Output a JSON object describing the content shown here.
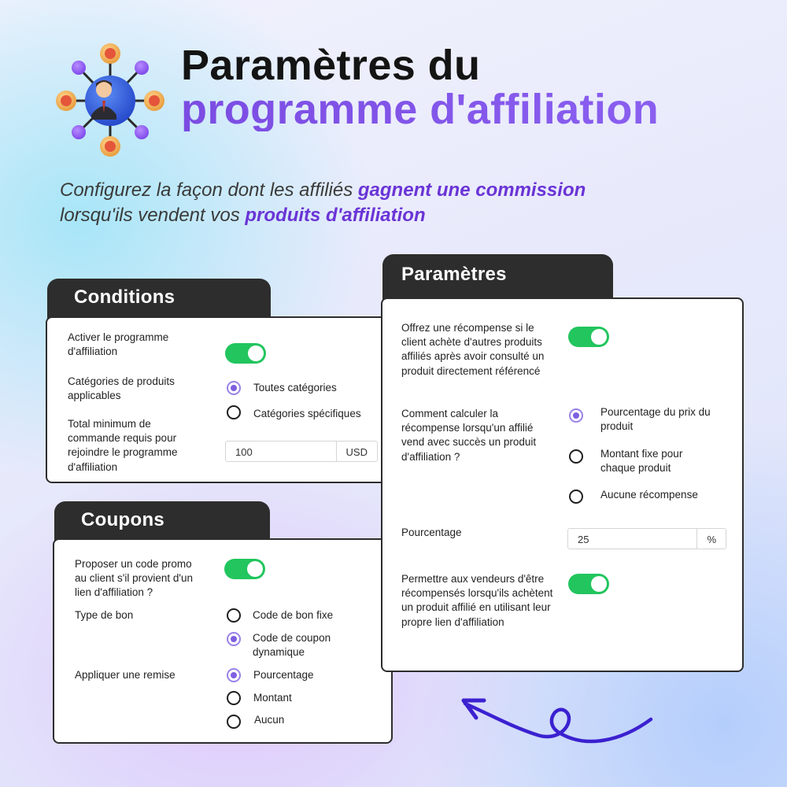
{
  "header": {
    "title_line1": "Paramètres du",
    "title_line2": "programme d'affiliation",
    "subtitle_part1": "Configurez la façon dont les affiliés ",
    "subtitle_highlight1": "gagnent une commission",
    "subtitle_part2": "lorsqu'ils vendent vos ",
    "subtitle_highlight2": "produits d'affiliation",
    "logo_icon": "affiliate-network-icon"
  },
  "conditions": {
    "tab_label": "Conditions",
    "enable_label": "Activer le programme d'affiliation",
    "enable_on": true,
    "categories_label": "Catégories de produits applicables",
    "categories_options": [
      "Toutes catégories",
      "Catégories spécifiques"
    ],
    "categories_selected": "Toutes catégories",
    "min_total_label": "Total minimum de commande requis pour rejoindre le programme d'affiliation",
    "min_total_value": "100",
    "min_total_unit": "USD"
  },
  "coupons": {
    "tab_label": "Coupons",
    "promo_label": "Proposer un code promo au client s'il provient d'un lien d'affiliation ?",
    "promo_on": true,
    "voucher_type_label": "Type de bon",
    "voucher_options": [
      "Code de bon fixe",
      "Code de coupon dynamique"
    ],
    "voucher_selected": "Code de coupon dynamique",
    "discount_label": "Appliquer une remise",
    "discount_options": [
      "Pourcentage",
      "Montant",
      "Aucun"
    ],
    "discount_selected": "Pourcentage"
  },
  "parametres": {
    "tab_label": "Paramètres",
    "reward_other_label": "Offrez une récompense si le client achète d'autres produits affiliés après avoir consulté un produit directement référencé",
    "reward_other_on": true,
    "calc_label": "Comment calculer la récompense lorsqu'un affilié vend avec succès un produit d'affiliation ?",
    "calc_options": [
      "Pourcentage du prix du produit",
      "Montant fixe pour chaque produit",
      "Aucune récompense"
    ],
    "calc_selected": "Pourcentage du prix du produit",
    "percent_label": "Pourcentage",
    "percent_value": "25",
    "percent_unit": "%",
    "self_reward_label": "Permettre aux vendeurs d'être récompensés lorsqu'ils achètent un produit affilié en utilisant leur propre lien d'affiliation",
    "self_reward_on": true
  },
  "colors": {
    "accent_purple": "#7c4fe0",
    "toggle_green": "#22c55e",
    "tab_dark": "#2d2d2d"
  },
  "decor": {
    "arrow_icon": "curly-arrow-icon"
  }
}
